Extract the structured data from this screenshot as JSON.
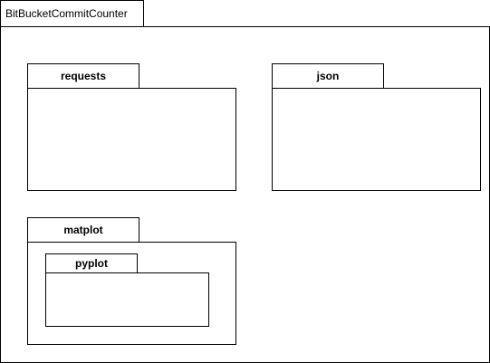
{
  "diagram": {
    "root_package": {
      "label": "BitBucketCommitCounter",
      "packages": [
        {
          "label": "requests"
        },
        {
          "label": "json"
        },
        {
          "label": "matplot",
          "packages": [
            {
              "label": "pyplot"
            }
          ]
        }
      ]
    }
  },
  "colors": {
    "stroke": "#000000",
    "fill": "#ffffff"
  }
}
